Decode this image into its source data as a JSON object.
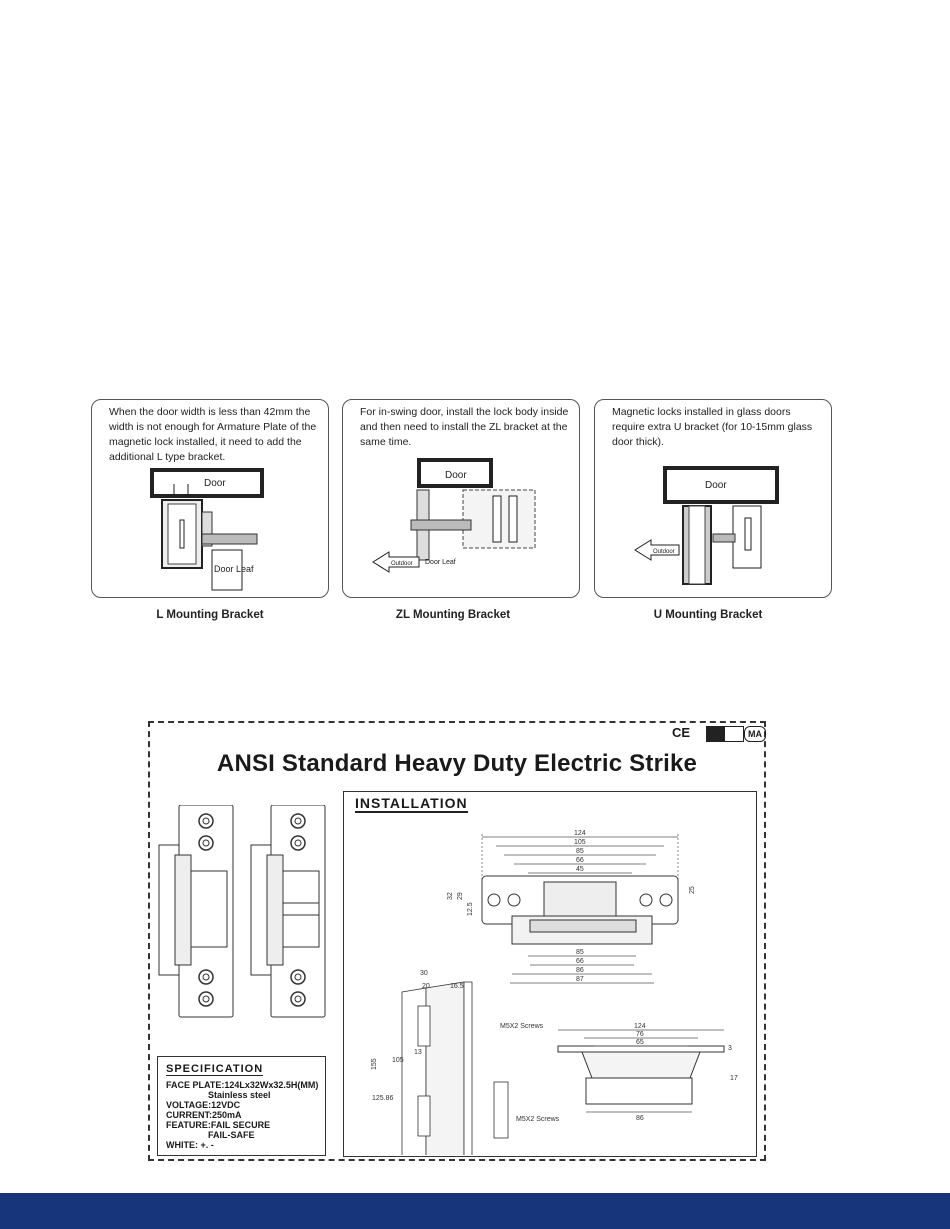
{
  "brackets": [
    {
      "text": "When the door width is less than 42mm the width is not enough for Armature Plate of the magnetic lock installed, it need to add the additional L type bracket.",
      "door_label": "Door",
      "leaf_label": "Door Leaf",
      "caption": "L Mounting Bracket"
    },
    {
      "text": "For in-swing door, install the lock body inside and then need to install the ZL bracket at the same time.",
      "door_label": "Door",
      "leaf_label": "Door Leaf",
      "outdoor_label": "Outdoor",
      "caption": "ZL Mounting Bracket"
    },
    {
      "text": "Magnetic locks installed in glass doors require extra U bracket (for 10-15mm glass door thick).",
      "door_label": "Door",
      "outdoor_label": "Outdoor",
      "caption": "U Mounting Bracket"
    }
  ],
  "product": {
    "title": "ANSI Standard Heavy Duty Electric Strike",
    "certifications": [
      "CE",
      "MA"
    ],
    "installation_title": "INSTALLATION",
    "top_view_dims": [
      "124",
      "105",
      "85",
      "66",
      "45"
    ],
    "side_dims": [
      "32",
      "29",
      "12.5"
    ],
    "right_dim": "25",
    "bottom_view_dims": [
      "85",
      "66",
      "86",
      "87"
    ],
    "door_dims": [
      "30",
      "20",
      "16.5",
      "155",
      "105",
      "125.86",
      "13"
    ],
    "screws_label": "M5X2 Screws",
    "end_view_dims": [
      "124",
      "76",
      "65",
      "17",
      "3",
      "86"
    ]
  },
  "specification": {
    "title": "SPECIFICATION",
    "face_plate": "FACE PLATE:124Lx32Wx32.5H(MM)",
    "material": "Stainless steel",
    "voltage": "VOLTAGE:12VDC",
    "current": "CURRENT:250mA",
    "feature": "FEATURE:FAIL SECURE",
    "feature2": "FAIL-SAFE",
    "wiring": "WHITE: +.  -"
  },
  "colors": {
    "footer": "#16357a",
    "line": "#333333"
  }
}
